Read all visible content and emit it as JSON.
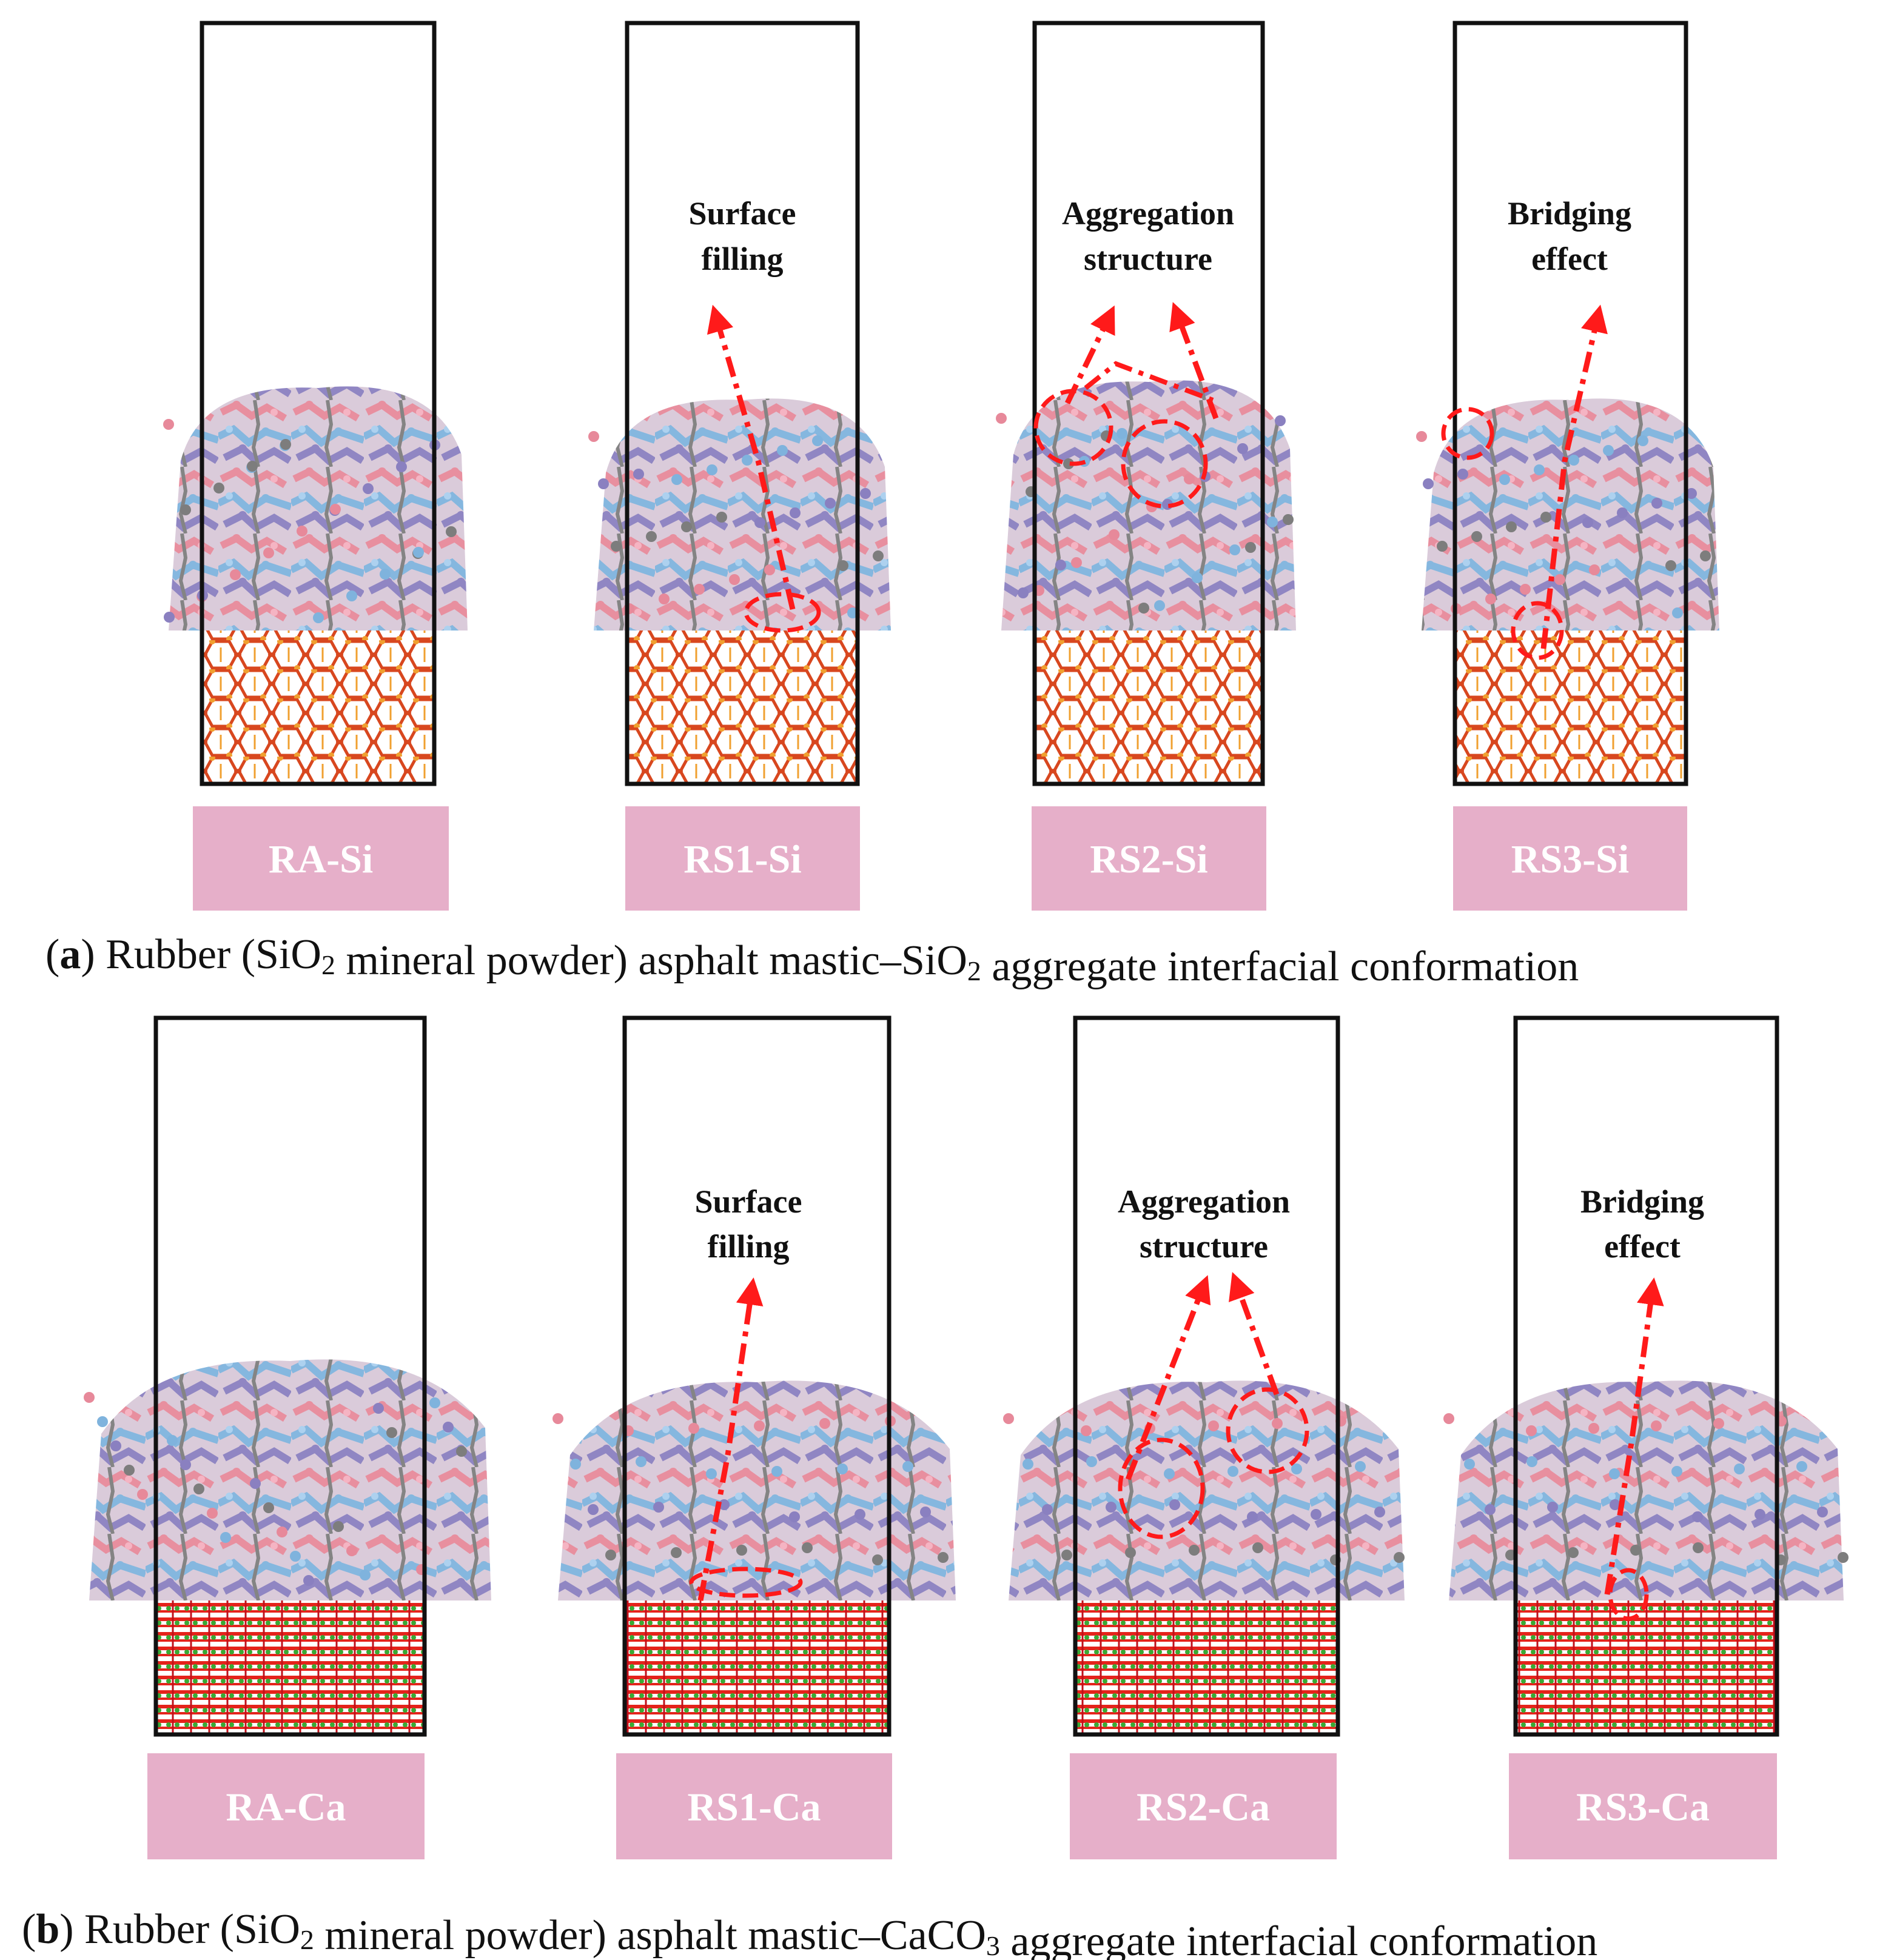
{
  "colors": {
    "label_bg": "#e6afc9",
    "frame": "#111111",
    "arrow": "#ff1a1a",
    "quartz_red": "#d8471f",
    "quartz_orange": "#f0a030",
    "calcite_red": "#e5231b",
    "calcite_green": "#3aaa35",
    "mol_pink": "#e7899a",
    "mol_blue": "#7fb3dd",
    "mol_purple": "#8a80c0",
    "mol_grey": "#7d7d7d"
  },
  "panel_a": {
    "caption": {
      "letter": "a",
      "part1": " Rubber (SiO",
      "sub1": "2",
      "part2": " mineral powder) asphalt mastic–SiO",
      "sub2": "2",
      "part3": " aggregate interfacial conformation"
    },
    "models": [
      {
        "label": "RA-Si",
        "annotation": []
      },
      {
        "label": "RS1-Si",
        "annotation": [
          "Surface",
          "filling"
        ]
      },
      {
        "label": "RS2-Si",
        "annotation": [
          "Aggregation",
          "structure"
        ]
      },
      {
        "label": "RS3-Si",
        "annotation": [
          "Bridging",
          "effect"
        ]
      }
    ]
  },
  "panel_b": {
    "caption": {
      "letter": "b",
      "part1": " Rubber (SiO",
      "sub1": "2",
      "part2": " mineral powder) asphalt mastic–CaCO",
      "sub2": "3",
      "part3": " aggregate interfacial conformation"
    },
    "models": [
      {
        "label": "RA-Ca",
        "annotation": []
      },
      {
        "label": "RS1-Ca",
        "annotation": [
          "Surface",
          "filling"
        ]
      },
      {
        "label": "RS2-Ca",
        "annotation": [
          "Aggregation",
          "structure"
        ]
      },
      {
        "label": "RS3-Ca",
        "annotation": [
          "Bridging",
          "effect"
        ]
      }
    ]
  }
}
